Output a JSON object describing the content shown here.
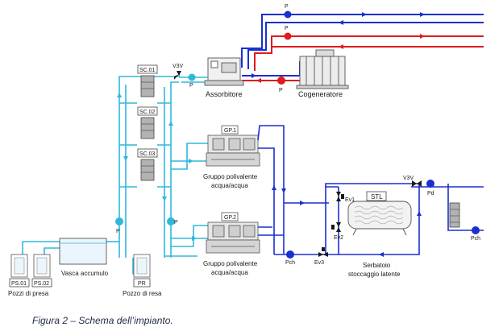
{
  "labels": {
    "assorbitore": "Assorbitore",
    "cogeneratore": "Cogeneratore",
    "sc01": "SC.01",
    "sc02": "SC.02",
    "sc03": "SC.03",
    "gp1": "GP.1",
    "gp2": "GP.2",
    "gruppo1_line1": "Gruppo polivalente",
    "gruppo1_line2": "acqua/acqua",
    "gruppo2_line1": "Gruppo polivalente",
    "gruppo2_line2": "acqua/acqua",
    "stl": "STL",
    "serbatoio_line1": "Serbatoio",
    "serbatoio_line2": "stoccaggio latente",
    "vasca": "Vasca accumulo",
    "ps01": "PS.01",
    "ps02": "PS.02",
    "pozzi_presa": "Pozzi di presa",
    "pr": "PR",
    "pozzo_resa": "Pozzo di resa",
    "v3v_top": "V3V",
    "v3v_right": "V3V",
    "p": "P",
    "pd": "Pd",
    "pch": "Pch",
    "ev1": "Ev1",
    "ev2": "Ev2",
    "ev3": "Ev3"
  },
  "caption": "Figura 2 – Schema dell’impianto.",
  "colors": {
    "cyan": "#2fb8dc",
    "blue": "#1a2fd0",
    "red": "#e01b1b",
    "equipment": "#555555",
    "fill_gray": "#e4e4e4"
  }
}
